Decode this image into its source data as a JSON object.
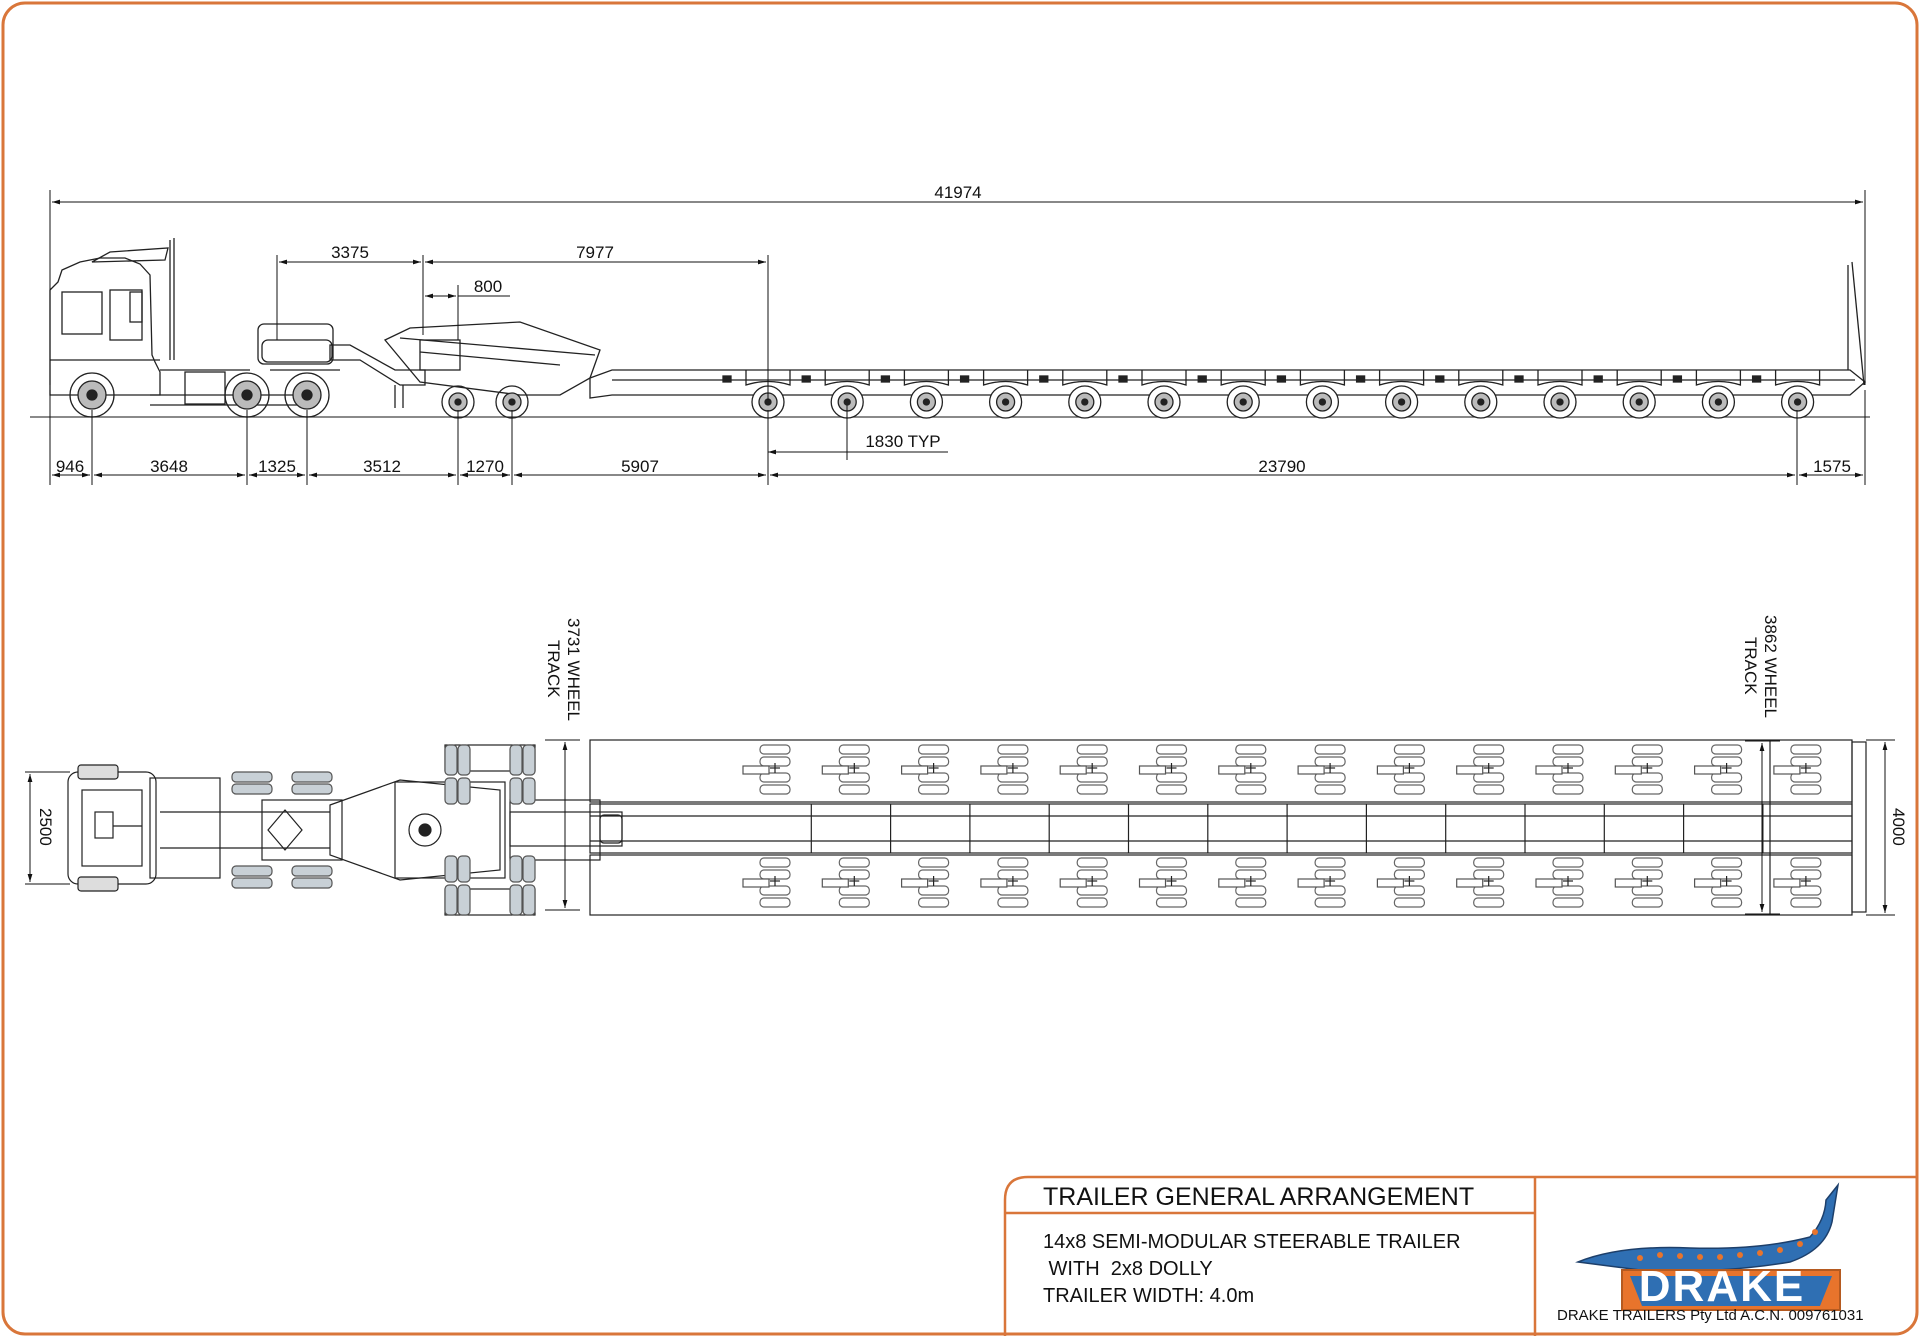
{
  "drawing": {
    "side_view": {
      "overall_length": "41974",
      "upper_dims": [
        "3375",
        "7977",
        "800"
      ],
      "lower_dims": [
        "946",
        "3648",
        "1325",
        "3512",
        "1270",
        "5907",
        "23790",
        "1575"
      ],
      "axle_spacing": "1830 TYP"
    },
    "plan_view": {
      "dolly_track": [
        "3731 WHEEL",
        "TRACK"
      ],
      "rear_track": [
        "3862 WHEEL",
        "TRACK"
      ],
      "truck_width": "2500",
      "trailer_width": "4000"
    }
  },
  "title_block": {
    "title": "TRAILER GENERAL ARRANGEMENT",
    "description": "14x8 SEMI-MODULAR STEERABLE TRAILER\n WITH  2x8 DOLLY\nTRAILER WIDTH: 4.0m",
    "company": "DRAKE TRAILERS Pty Ltd A.C.N. 009761031",
    "logo_text": "DRAKE"
  },
  "colors": {
    "border": "#d9763a",
    "line": "#222222",
    "logo_orange": "#e8742c",
    "logo_blue": "#2f6fb3"
  },
  "icons": [
    "drake-lizard-logo-icon"
  ]
}
